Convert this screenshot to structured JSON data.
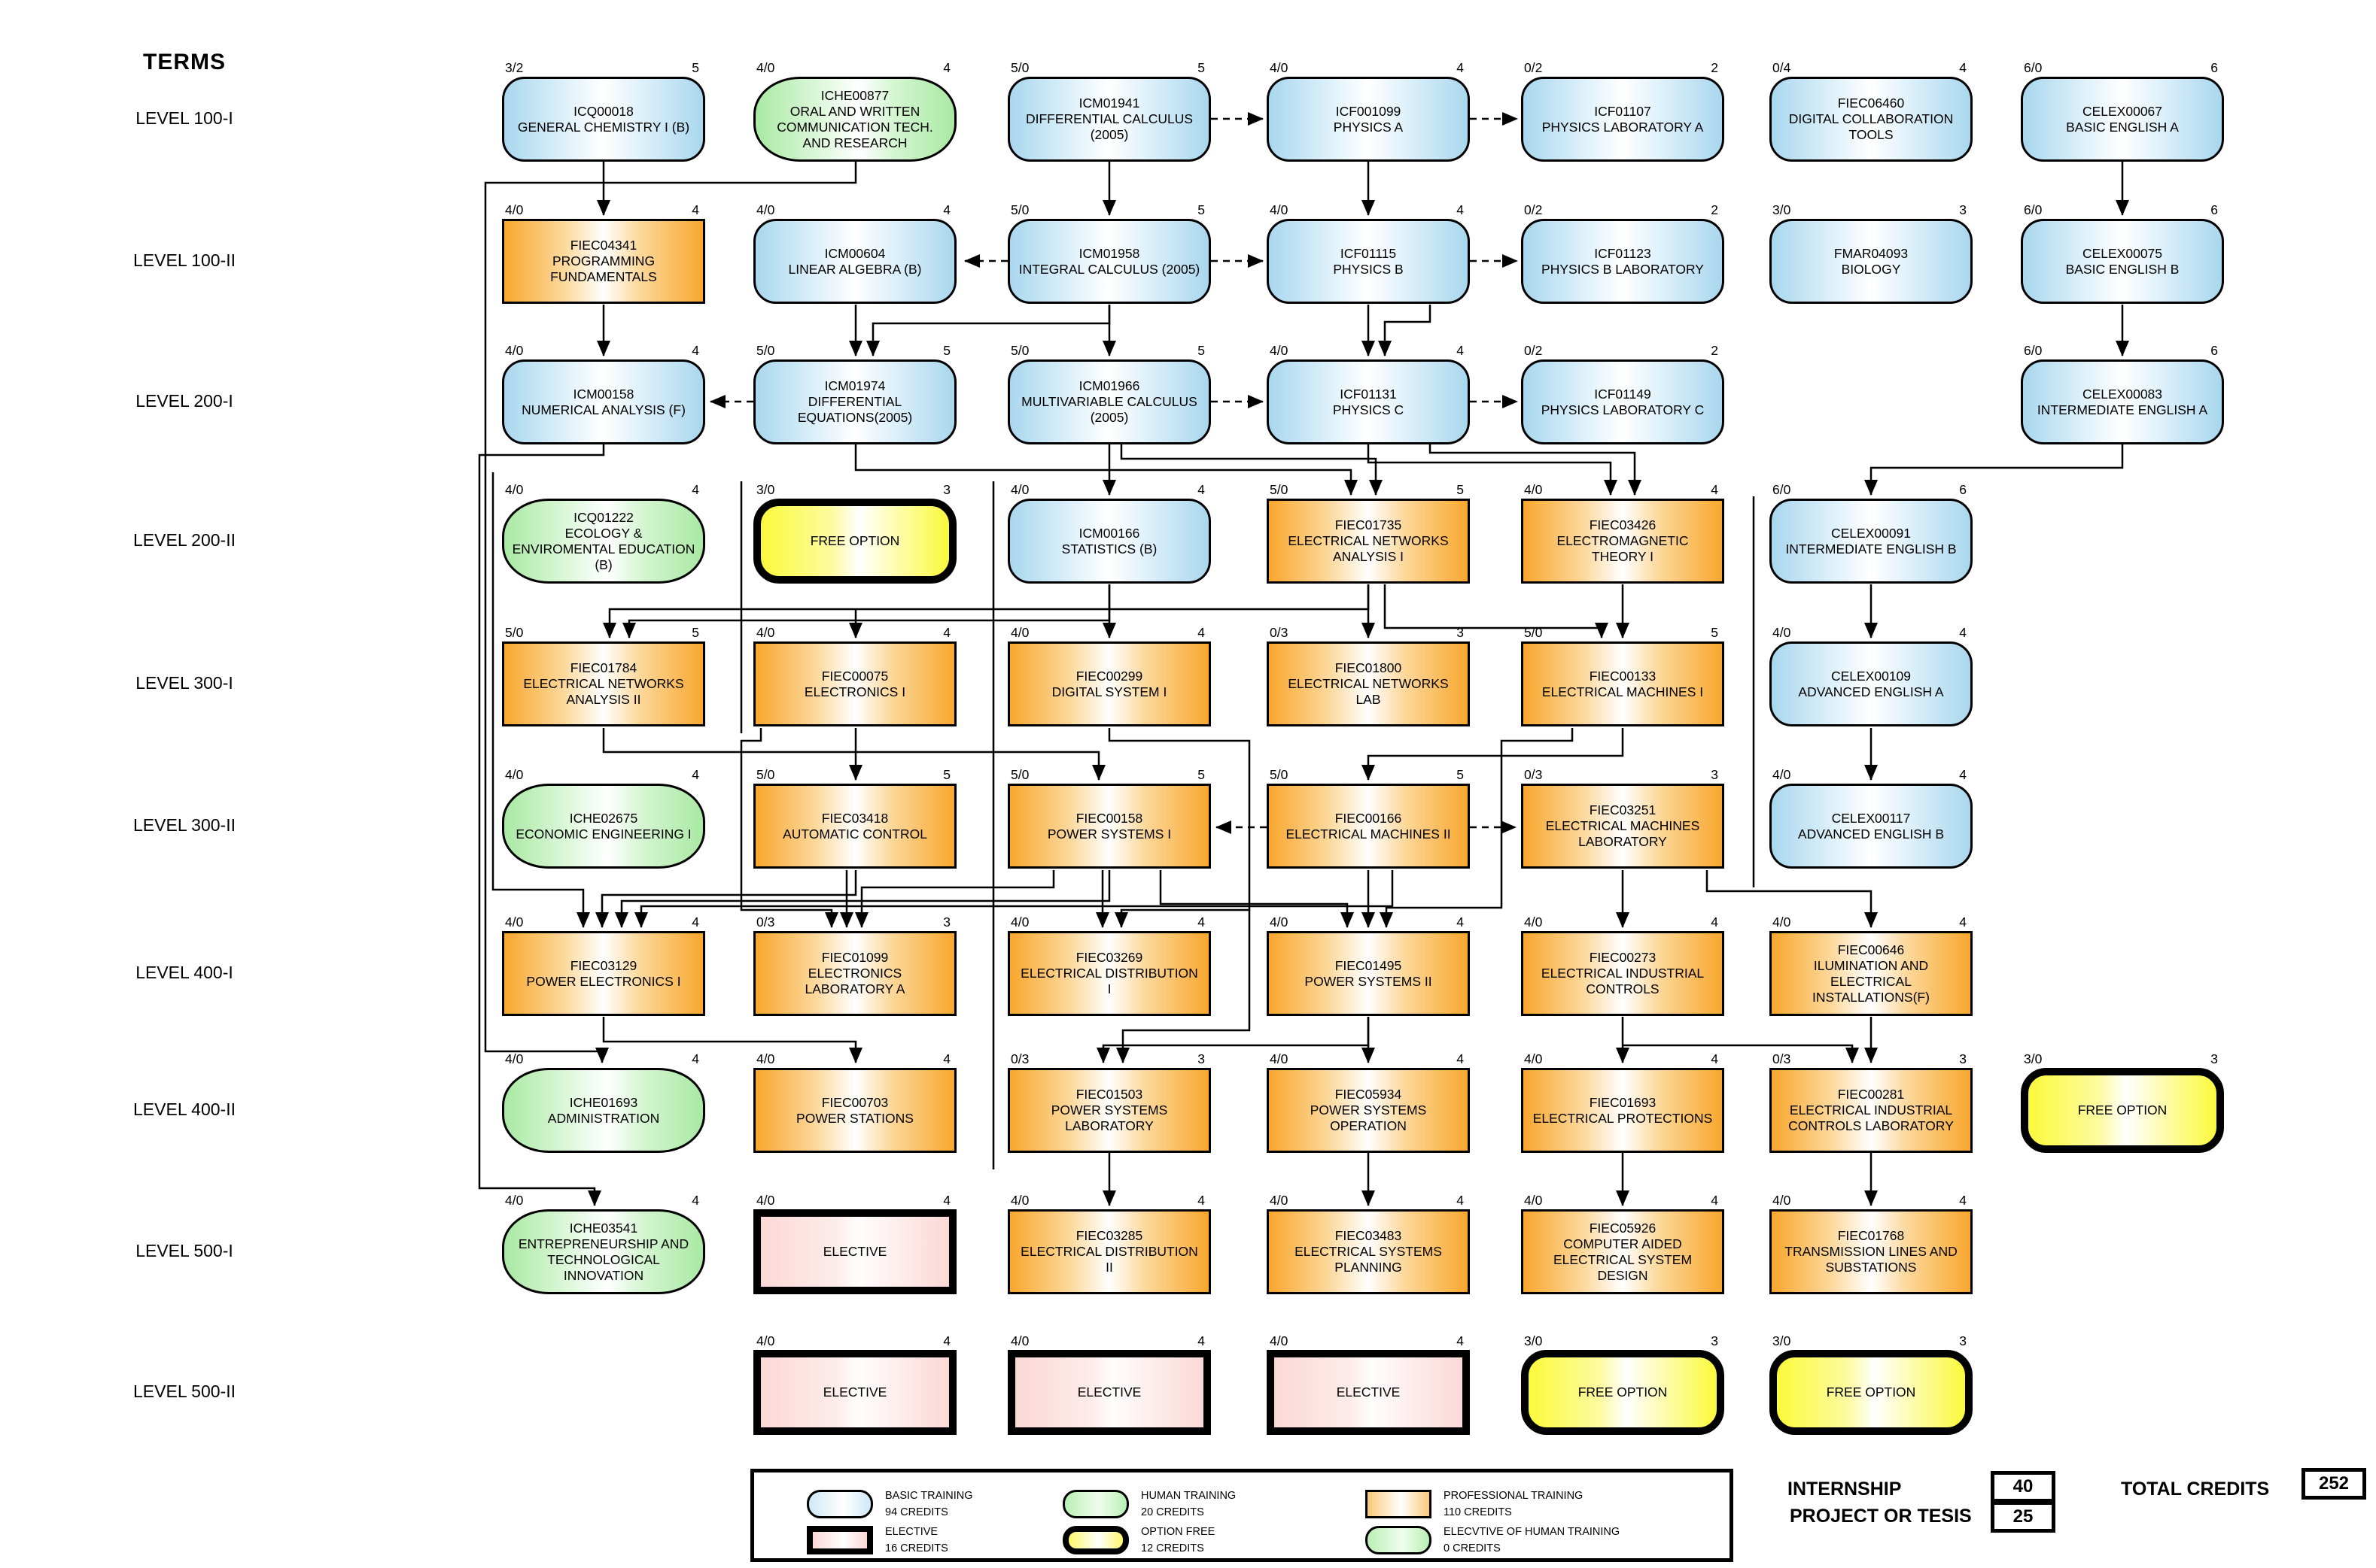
{
  "header": {
    "title": "TERMS"
  },
  "colors": {
    "basic_training": "#A9D7EE",
    "human_training": "#A9E9A3",
    "professional_training": "#F8A72E",
    "elective": "#FBD8D6",
    "free_option": "#FBF93B",
    "line": "#000000"
  },
  "levels": [
    {
      "label": "LEVEL 100-I",
      "courses": [
        {
          "code": "ICQ00018",
          "name": "GENERAL CHEMISTRY I (B)",
          "hours": "3/2",
          "credits": "5",
          "type": "basic"
        },
        {
          "code": "ICHE00877",
          "name": "ORAL AND WRITTEN COMMUNICATION TECH. AND RESEARCH",
          "hours": "4/0",
          "credits": "4",
          "type": "human"
        },
        {
          "code": "ICM01941",
          "name": "DIFFERENTIAL CALCULUS (2005)",
          "hours": "5/0",
          "credits": "5",
          "type": "basic"
        },
        {
          "code": "ICF001099",
          "name": "PHYSICS A",
          "hours": "4/0",
          "credits": "4",
          "type": "basic"
        },
        {
          "code": "ICF01107",
          "name": "PHYSICS LABORATORY A",
          "hours": "0/2",
          "credits": "2",
          "type": "basic"
        },
        {
          "code": "FIEC06460",
          "name": "DIGITAL COLLABORATION TOOLS",
          "hours": "0/4",
          "credits": "4",
          "type": "basic"
        },
        {
          "code": "CELEX00067",
          "name": "BASIC ENGLISH A",
          "hours": "6/0",
          "credits": "6",
          "type": "basic"
        }
      ]
    },
    {
      "label": "LEVEL 100-II",
      "courses": [
        {
          "code": "FIEC04341",
          "name": "PROGRAMMING FUNDAMENTALS",
          "hours": "4/0",
          "credits": "4",
          "type": "professional"
        },
        {
          "code": "ICM00604",
          "name": "LINEAR ALGEBRA (B)",
          "hours": "4/0",
          "credits": "4",
          "type": "basic"
        },
        {
          "code": "ICM01958",
          "name": "INTEGRAL CALCULUS (2005)",
          "hours": "5/0",
          "credits": "5",
          "type": "basic"
        },
        {
          "code": "ICF01115",
          "name": "PHYSICS B",
          "hours": "4/0",
          "credits": "4",
          "type": "basic"
        },
        {
          "code": "ICF01123",
          "name": "PHYSICS B LABORATORY",
          "hours": "0/2",
          "credits": "2",
          "type": "basic"
        },
        {
          "code": "FMAR04093",
          "name": "BIOLOGY",
          "hours": "3/0",
          "credits": "3",
          "type": "basic"
        },
        {
          "code": "CELEX00075",
          "name": "BASIC ENGLISH B",
          "hours": "6/0",
          "credits": "6",
          "type": "basic"
        }
      ]
    },
    {
      "label": "LEVEL 200-I",
      "courses": [
        {
          "code": "ICM00158",
          "name": "NUMERICAL ANALYSIS (F)",
          "hours": "4/0",
          "credits": "4",
          "type": "basic"
        },
        {
          "code": "ICM01974",
          "name": "DIFFERENTIAL EQUATIONS(2005)",
          "hours": "5/0",
          "credits": "5",
          "type": "basic"
        },
        {
          "code": "ICM01966",
          "name": "MULTIVARIABLE CALCULUS (2005)",
          "hours": "5/0",
          "credits": "5",
          "type": "basic"
        },
        {
          "code": "ICF01131",
          "name": "PHYSICS C",
          "hours": "4/0",
          "credits": "4",
          "type": "basic"
        },
        {
          "code": "ICF01149",
          "name": "PHYSICS LABORATORY C",
          "hours": "0/2",
          "credits": "2",
          "type": "basic"
        },
        {
          "code": "CELEX00083",
          "name": "INTERMEDIATE ENGLISH A",
          "hours": "6/0",
          "credits": "6",
          "type": "basic"
        }
      ]
    },
    {
      "label": "LEVEL 200-II",
      "courses": [
        {
          "code": "ICQ01222",
          "name": "ECOLOGY & ENVIROMENTAL EDUCATION (B)",
          "hours": "4/0",
          "credits": "4",
          "type": "human"
        },
        {
          "code": "",
          "name": "FREE OPTION",
          "hours": "3/0",
          "credits": "3",
          "type": "free-option"
        },
        {
          "code": "ICM00166",
          "name": "STATISTICS (B)",
          "hours": "4/0",
          "credits": "4",
          "type": "basic"
        },
        {
          "code": "FIEC01735",
          "name": "ELECTRICAL NETWORKS ANALYSIS I",
          "hours": "5/0",
          "credits": "5",
          "type": "professional"
        },
        {
          "code": "FIEC03426",
          "name": "ELECTROMAGNETIC THEORY I",
          "hours": "4/0",
          "credits": "4",
          "type": "professional"
        },
        {
          "code": "CELEX00091",
          "name": "INTERMEDIATE ENGLISH B",
          "hours": "6/0",
          "credits": "6",
          "type": "basic"
        }
      ]
    },
    {
      "label": "LEVEL 300-I",
      "courses": [
        {
          "code": "FIEC01784",
          "name": "ELECTRICAL NETWORKS ANALYSIS II",
          "hours": "5/0",
          "credits": "5",
          "type": "professional"
        },
        {
          "code": "FIEC00075",
          "name": "ELECTRONICS I",
          "hours": "4/0",
          "credits": "4",
          "type": "professional"
        },
        {
          "code": "FIEC00299",
          "name": "DIGITAL SYSTEM I",
          "hours": "4/0",
          "credits": "4",
          "type": "professional"
        },
        {
          "code": "FIEC01800",
          "name": "ELECTRICAL NETWORKS LAB",
          "hours": "0/3",
          "credits": "3",
          "type": "professional"
        },
        {
          "code": "FIEC00133",
          "name": "ELECTRICAL MACHINES I",
          "hours": "5/0",
          "credits": "5",
          "type": "professional"
        },
        {
          "code": "CELEX00109",
          "name": "ADVANCED ENGLISH A",
          "hours": "4/0",
          "credits": "4",
          "type": "basic"
        }
      ]
    },
    {
      "label": "LEVEL 300-II",
      "courses": [
        {
          "code": "ICHE02675",
          "name": "ECONOMIC ENGINEERING I",
          "hours": "4/0",
          "credits": "4",
          "type": "human"
        },
        {
          "code": "FIEC03418",
          "name": "AUTOMATIC CONTROL",
          "hours": "5/0",
          "credits": "5",
          "type": "professional"
        },
        {
          "code": "FIEC00158",
          "name": "POWER SYSTEMS I",
          "hours": "5/0",
          "credits": "5",
          "type": "professional"
        },
        {
          "code": "FIEC00166",
          "name": "ELECTRICAL MACHINES II",
          "hours": "5/0",
          "credits": "5",
          "type": "professional"
        },
        {
          "code": "FIEC03251",
          "name": "ELECTRICAL MACHINES LABORATORY",
          "hours": "0/3",
          "credits": "3",
          "type": "professional"
        },
        {
          "code": "CELEX00117",
          "name": "ADVANCED ENGLISH B",
          "hours": "4/0",
          "credits": "4",
          "type": "basic"
        }
      ]
    },
    {
      "label": "LEVEL 400-I",
      "courses": [
        {
          "code": "FIEC03129",
          "name": "POWER ELECTRONICS I",
          "hours": "4/0",
          "credits": "4",
          "type": "professional"
        },
        {
          "code": "FIEC01099",
          "name": "ELECTRONICS LABORATORY A",
          "hours": "0/3",
          "credits": "3",
          "type": "professional"
        },
        {
          "code": "FIEC03269",
          "name": "ELECTRICAL DISTRIBUTION I",
          "hours": "4/0",
          "credits": "4",
          "type": "professional"
        },
        {
          "code": "FIEC01495",
          "name": "POWER SYSTEMS II",
          "hours": "4/0",
          "credits": "4",
          "type": "professional"
        },
        {
          "code": "FIEC00273",
          "name": "ELECTRICAL INDUSTRIAL CONTROLS",
          "hours": "4/0",
          "credits": "4",
          "type": "professional"
        },
        {
          "code": "FIEC00646",
          "name": "ILUMINATION AND ELECTRICAL INSTALLATIONS(F)",
          "hours": "4/0",
          "credits": "4",
          "type": "professional"
        }
      ]
    },
    {
      "label": "LEVEL 400-II",
      "courses": [
        {
          "code": "ICHE01693",
          "name": "ADMINISTRATION",
          "hours": "4/0",
          "credits": "4",
          "type": "human"
        },
        {
          "code": "FIEC00703",
          "name": "POWER STATIONS",
          "hours": "4/0",
          "credits": "4",
          "type": "professional"
        },
        {
          "code": "FIEC01503",
          "name": "POWER SYSTEMS LABORATORY",
          "hours": "0/3",
          "credits": "3",
          "type": "professional"
        },
        {
          "code": "FIEC05934",
          "name": "POWER SYSTEMS OPERATION",
          "hours": "4/0",
          "credits": "4",
          "type": "professional"
        },
        {
          "code": "FIEC01693",
          "name": "ELECTRICAL PROTECTIONS",
          "hours": "4/0",
          "credits": "4",
          "type": "professional"
        },
        {
          "code": "FIEC00281",
          "name": "ELECTRICAL INDUSTRIAL CONTROLS LABORATORY",
          "hours": "0/3",
          "credits": "3",
          "type": "professional"
        },
        {
          "code": "",
          "name": "FREE OPTION",
          "hours": "3/0",
          "credits": "3",
          "type": "free-option"
        }
      ]
    },
    {
      "label": "LEVEL 500-I",
      "courses": [
        {
          "code": "ICHE03541",
          "name": "ENTREPRENEURSHIP AND TECHNOLOGICAL INNOVATION",
          "hours": "4/0",
          "credits": "4",
          "type": "human"
        },
        {
          "code": "",
          "name": "ELECTIVE",
          "hours": "4/0",
          "credits": "4",
          "type": "elective"
        },
        {
          "code": "FIEC03285",
          "name": "ELECTRICAL DISTRIBUTION II",
          "hours": "4/0",
          "credits": "4",
          "type": "professional"
        },
        {
          "code": "FIEC03483",
          "name": "ELECTRICAL SYSTEMS PLANNING",
          "hours": "4/0",
          "credits": "4",
          "type": "professional"
        },
        {
          "code": "FIEC05926",
          "name": "COMPUTER AIDED ELECTRICAL SYSTEM DESIGN",
          "hours": "4/0",
          "credits": "4",
          "type": "professional"
        },
        {
          "code": "FIEC01768",
          "name": "TRANSMISSION LINES AND SUBSTATIONS",
          "hours": "4/0",
          "credits": "4",
          "type": "professional"
        }
      ]
    },
    {
      "label": "LEVEL 500-II",
      "courses": [
        {
          "code": "",
          "name": "ELECTIVE",
          "hours": "4/0",
          "credits": "4",
          "type": "elective"
        },
        {
          "code": "",
          "name": "ELECTIVE",
          "hours": "4/0",
          "credits": "4",
          "type": "elective"
        },
        {
          "code": "",
          "name": "ELECTIVE",
          "hours": "4/0",
          "credits": "4",
          "type": "elective"
        },
        {
          "code": "",
          "name": "FREE OPTION",
          "hours": "3/0",
          "credits": "3",
          "type": "free-option"
        },
        {
          "code": "",
          "name": "FREE OPTION",
          "hours": "3/0",
          "credits": "3",
          "type": "free-option"
        }
      ]
    }
  ],
  "legend": {
    "items": [
      {
        "label": "BASIC TRAINING",
        "credits": "94 CREDITS",
        "type": "basic"
      },
      {
        "label": "HUMAN TRAINING",
        "credits": "20 CREDITS",
        "type": "human"
      },
      {
        "label": "PROFESSIONAL TRAINING",
        "credits": "110 CREDITS",
        "type": "professional"
      },
      {
        "label": "ELECTIVE",
        "credits": "16 CREDITS",
        "type": "elective"
      },
      {
        "label": "OPTION FREE",
        "credits": "12 CREDITS",
        "type": "free-option"
      },
      {
        "label": "ELECVTIVE OF HUMAN TRAINING",
        "credits": "0 CREDITS",
        "type": "elective-human"
      }
    ]
  },
  "totals": {
    "internship_label": "INTERNSHIP",
    "internship_value": "40",
    "project_label": "PROJECT OR TESIS",
    "project_value": "25",
    "total_label": "TOTAL CREDITS",
    "total_value": "252"
  }
}
